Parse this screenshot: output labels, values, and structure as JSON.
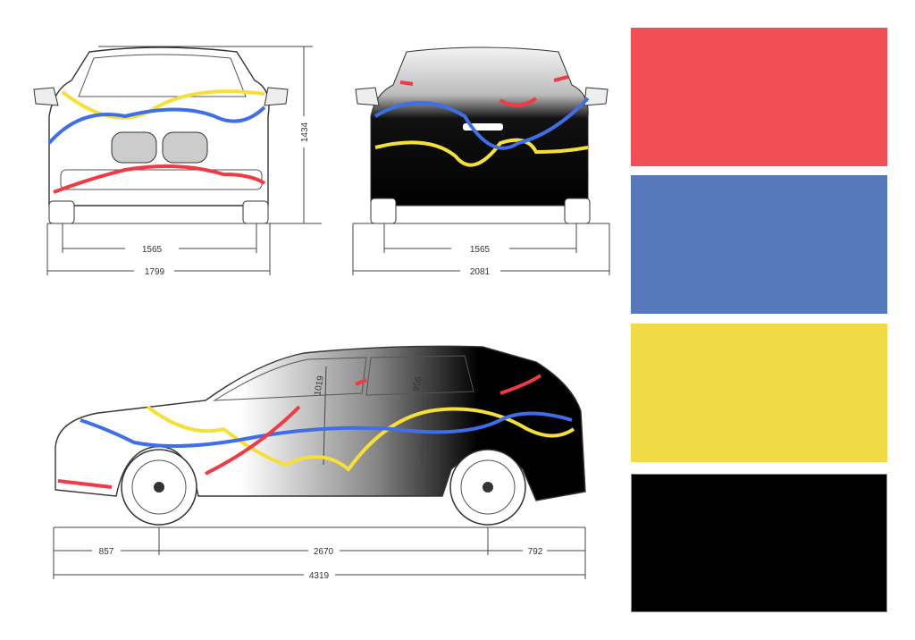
{
  "colors": {
    "red": "#F24E55",
    "blue": "#5878BC",
    "yellow": "#F0DB47",
    "black": "#000000",
    "wave_blue": "#3F6FE8",
    "wave_red": "#F03A45",
    "wave_yellow": "#F7DF3A"
  },
  "front_view": {
    "track_width": "1565",
    "overall_width": "1799",
    "height": "1434"
  },
  "rear_view": {
    "track_width": "1565",
    "overall_width_mirrors": "2081"
  },
  "side_view": {
    "front_overhang": "857",
    "wheelbase": "2670",
    "rear_overhang": "792",
    "length": "4319",
    "front_headroom": "1019",
    "rear_headroom": "956"
  },
  "swatches": [
    "red",
    "blue",
    "yellow",
    "black"
  ]
}
